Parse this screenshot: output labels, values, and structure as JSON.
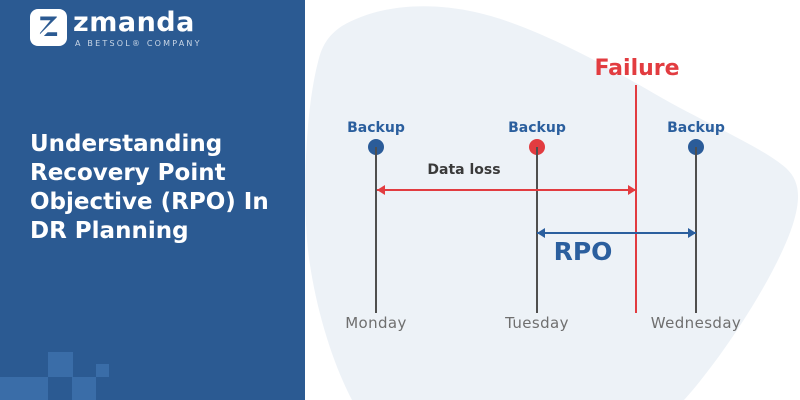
{
  "brand": {
    "logo_letter": "Z",
    "name": "zmanda",
    "tagline": "A BETSOL® COMPANY"
  },
  "title": "Understanding Recovery Point Objective (RPO) In DR Planning",
  "diagram": {
    "failure_label": "Failure",
    "timelines": [
      {
        "day": "Monday",
        "backup_label": "Backup",
        "dot_color": "#2b5c99"
      },
      {
        "day": "Tuesday",
        "backup_label": "Backup",
        "dot_color": "#e23c40"
      },
      {
        "day": "Wednesday",
        "backup_label": "Backup",
        "dot_color": "#2b5c99"
      }
    ],
    "arrows": {
      "data_loss": {
        "label": "Data loss",
        "from": "Monday backup",
        "to": "Failure",
        "color": "#e23c40"
      },
      "rpo": {
        "label": "RPO",
        "from": "Tuesday backup",
        "to": "Wednesday backup",
        "color": "#2b5f9e"
      }
    }
  },
  "colors": {
    "panel_blue": "#2b5a92",
    "panel_square_blue": "#3a6da8",
    "accent_blue": "#2b5f9e",
    "accent_red": "#e23c40",
    "blob_background": "#edf2f7",
    "timeline_gray": "#4f4f4f",
    "day_label_gray": "#6f6f6f"
  }
}
